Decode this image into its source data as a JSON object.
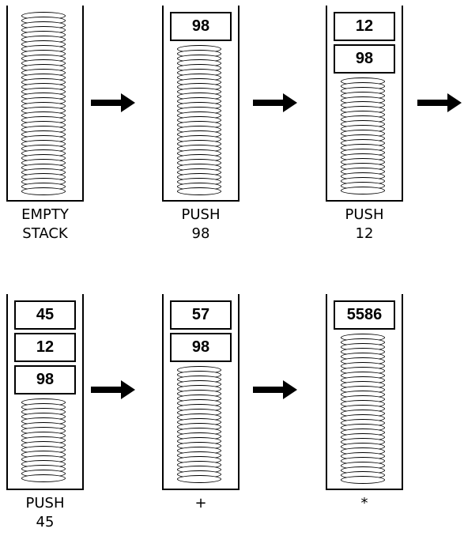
{
  "stages": [
    {
      "label_lines": [
        "EMPTY",
        "STACK"
      ],
      "values": []
    },
    {
      "label_lines": [
        "PUSH",
        "98"
      ],
      "values": [
        "98"
      ]
    },
    {
      "label_lines": [
        "PUSH",
        "12"
      ],
      "values": [
        "12",
        "98"
      ]
    },
    {
      "label_lines": [
        "PUSH",
        "45"
      ],
      "values": [
        "45",
        "12",
        "98"
      ]
    },
    {
      "label_lines": [
        "+"
      ],
      "values": [
        "57",
        "98"
      ]
    },
    {
      "label_lines": [
        "*"
      ],
      "values": [
        "5586"
      ]
    }
  ]
}
